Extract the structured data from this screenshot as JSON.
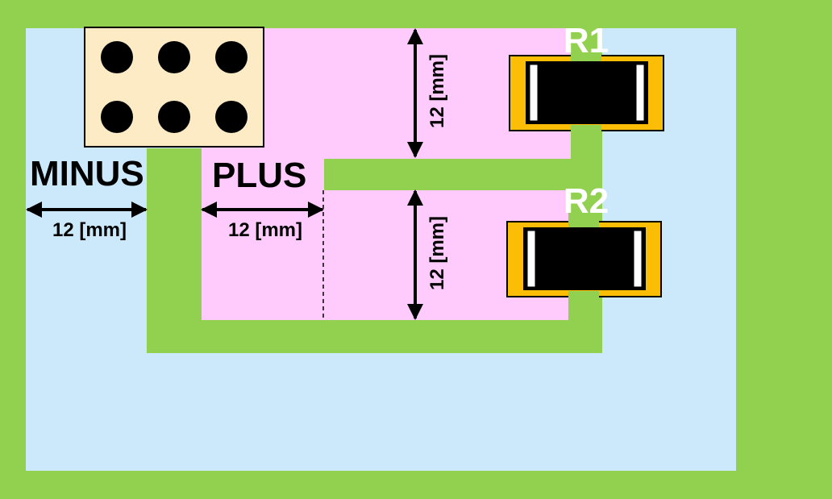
{
  "labels": {
    "minus": "MINUS",
    "plus": "PLUS",
    "r1": "R1",
    "r2": "R2",
    "dim_minus": "12 [mm]",
    "dim_plus": "12 [mm]",
    "dim_r1": "12 [mm]",
    "dim_r2": "12 [mm]"
  },
  "colors": {
    "border_green": "#92d050",
    "minus_plane": "#cce9fb",
    "plus_plane": "#fecbfc",
    "connector_body": "#fdebc6",
    "resistor_pad": "#fbbd05",
    "resistor_body": "#000000",
    "resistor_stripe": "#ffffff"
  },
  "connector": {
    "rows": 2,
    "cols": 3
  }
}
